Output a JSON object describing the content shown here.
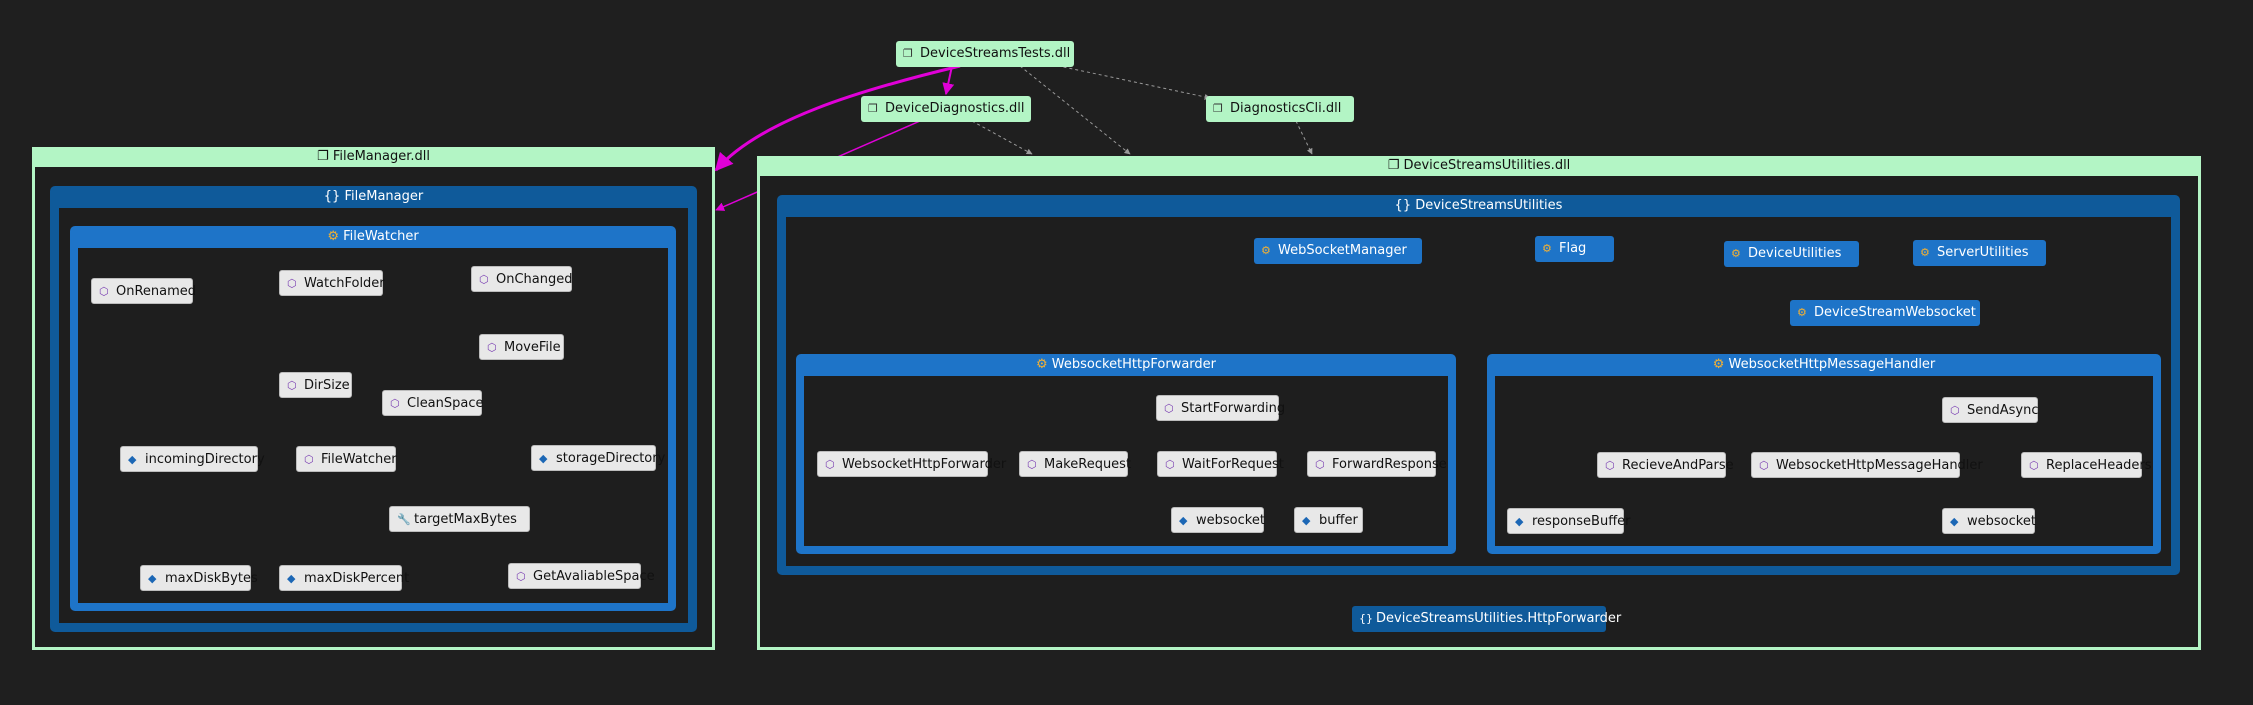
{
  "colors": {
    "background": "#1f1f1f",
    "assembly": "#b3f5c5",
    "namespace": "#0f5a9a",
    "class": "#1e74c8",
    "member": "#e8e8e8",
    "call_edge": "#e000d8",
    "field_edge": "#1ea0d6",
    "gray_edge": "#9a9a9a"
  },
  "assemblies": {
    "tests": "DeviceStreamsTests.dll",
    "diagnostics": "DeviceDiagnostics.dll",
    "cli": "DiagnosticsCli.dll",
    "filemanager": "FileManager.dll",
    "utilities": "DeviceStreamsUtilities.dll"
  },
  "filemanager": {
    "namespace": "FileManager",
    "class": "FileWatcher",
    "members": {
      "onrenamed": "OnRenamed",
      "watchfolder": "WatchFolder",
      "onchanged": "OnChanged",
      "movefile": "MoveFile",
      "dirsize": "DirSize",
      "cleanspace": "CleanSpace",
      "incomingdirectory": "incomingDirectory",
      "filewatcher": "FileWatcher",
      "storagedirectory": "storageDirectory",
      "targetmaxbytes": "targetMaxBytes",
      "maxdiskbytes": "maxDiskBytes",
      "maxdiskpercent": "maxDiskPercent",
      "getavaliablespace": "GetAvaliableSpace"
    }
  },
  "utilities": {
    "namespace": "DeviceStreamsUtilities",
    "types": {
      "websocketmanager": "WebSocketManager",
      "flag": "Flag",
      "deviceutilities": "DeviceUtilities",
      "serverutilities": "ServerUtilities",
      "devicestreamwebsocket": "DeviceStreamWebsocket"
    },
    "forwarder": {
      "class": "WebsocketHttpForwarder",
      "members": {
        "startforwarding": "StartForwarding",
        "ctor": "WebsocketHttpForwarder",
        "makerequest": "MakeRequest",
        "waitforrequest": "WaitForRequest",
        "forwardresponse": "ForwardResponse",
        "websocket": "websocket",
        "buffer": "buffer"
      }
    },
    "handler": {
      "class": "WebsocketHttpMessageHandler",
      "members": {
        "sendasync": "SendAsync",
        "recieveandparse": "RecieveAndParse",
        "ctor": "WebsocketHttpMessageHandler",
        "replaceheaders": "ReplaceHeaders",
        "responsebuffer": "responseBuffer",
        "websocket": "websocket"
      }
    },
    "subnamespace": "DeviceStreamsUtilities.HttpForwarder"
  }
}
